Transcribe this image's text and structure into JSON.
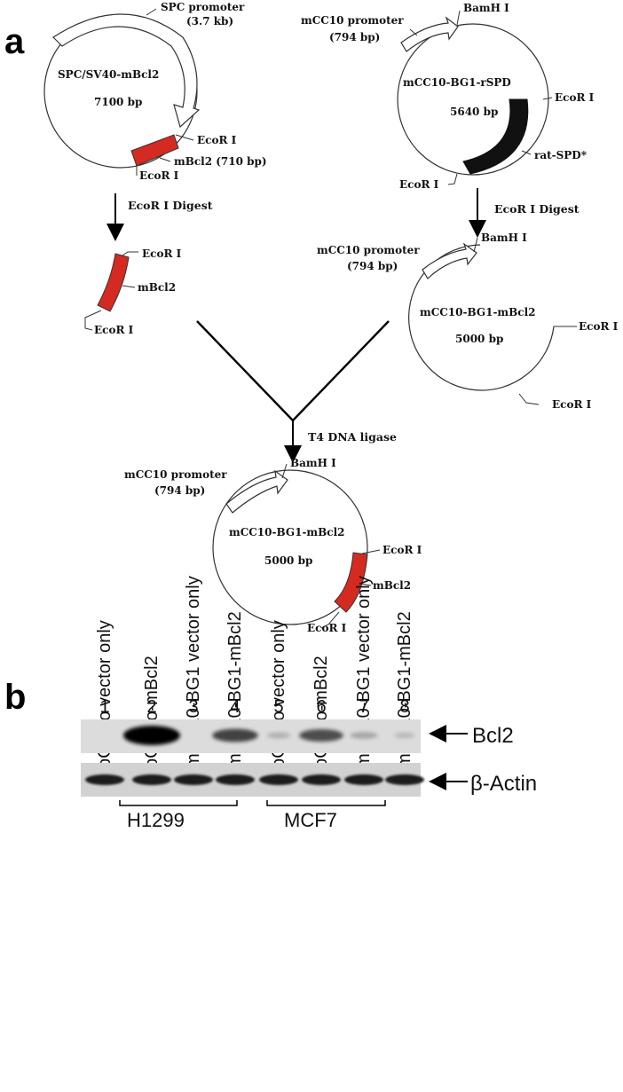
{
  "panel_a": {
    "letter": "a",
    "plasmid_spc": {
      "name": "SPC/SV40-mBcl2",
      "size": "7100 bp",
      "promoter_line1": "SPC promoter",
      "promoter_line2": "(3.7 kb)",
      "site_top": "EcoR I",
      "site_bottom": "EcoR I",
      "insert": "mBcl2 (710 bp)"
    },
    "plasmid_rspd": {
      "name": "mCC10-BG1-rSPD",
      "size": "5640 bp",
      "promoter_line1": "mCC10 promoter",
      "promoter_line2": "(794 bp)",
      "site_bamh": "BamH I",
      "site_right": "EcoR I",
      "site_bottom": "EcoR I",
      "insert": "rat-SPD*"
    },
    "digest_left": "EcoR I  Digest",
    "digest_right": "EcoR I  Digest",
    "fragment": {
      "site_top": "EcoR I",
      "label": "mBcl2",
      "site_bottom": "EcoR I"
    },
    "vector_open": {
      "name": "mCC10-BG1-mBcl2",
      "size": "5000 bp",
      "promoter_line1": "mCC10 promoter",
      "promoter_line2": "(794 bp)",
      "site_bamh": "BamH I",
      "site_right": "EcoR I",
      "site_bottom": "EcoR I"
    },
    "ligase": "T4 DNA ligase",
    "plasmid_final": {
      "name": "mCC10-BG1-mBcl2",
      "size": "5000 bp",
      "promoter_line1": "mCC10 promoter",
      "promoter_line2": "(794 bp)",
      "site_bamh": "BamH I",
      "site_top": "EcoR I",
      "insert": "mBcl2",
      "site_bottom": "EcoR I"
    }
  },
  "panel_b": {
    "letter": "b",
    "lanes": [
      {
        "number": "1",
        "label": "pCIneo vector only"
      },
      {
        "number": "2",
        "label": "pCIneo-mBcl2"
      },
      {
        "number": "3",
        "label": "mCC10-BG1 vector only"
      },
      {
        "number": "4",
        "label": "mCC10-BG1-mBcl2"
      },
      {
        "number": "5",
        "label": "pCIneo vector only"
      },
      {
        "number": "6",
        "label": "pCIneo-mBcl2"
      },
      {
        "number": "7",
        "label": "mCC10-BG1 vector only"
      },
      {
        "number": "8",
        "label": "mCC10-BG1-mBcl2"
      }
    ],
    "bcl2_label": "Bcl2",
    "actin_label": "β-Actin",
    "bcl2_intensity": [
      0,
      1.0,
      0,
      0.55,
      0.05,
      0.5,
      0.1,
      0.02
    ],
    "groups": [
      {
        "label": "H1299"
      },
      {
        "label": "MCF7"
      }
    ]
  },
  "colors": {
    "mbcl2_insert": "#d42a22",
    "rspd_insert": "#111111",
    "blot_bg": "#dcdcdc"
  }
}
